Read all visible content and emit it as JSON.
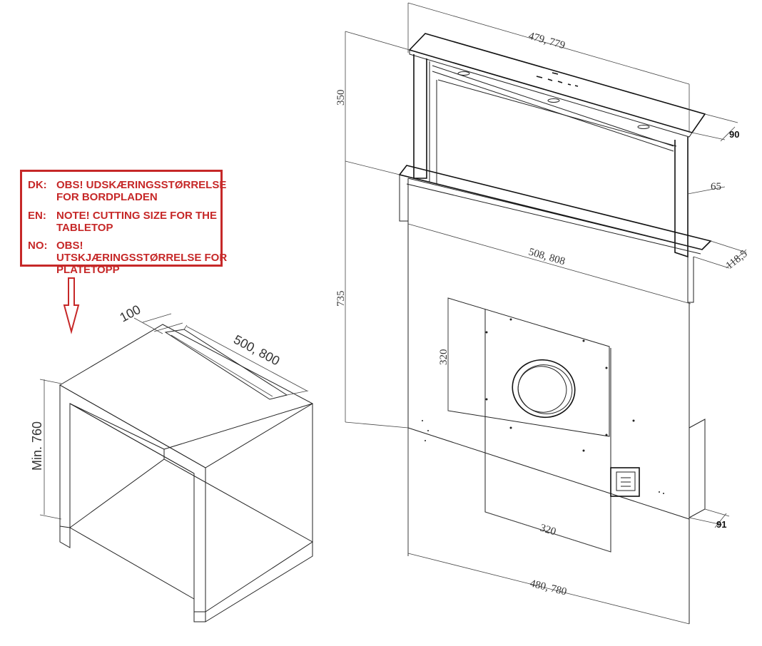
{
  "note": {
    "rows": [
      {
        "code": "DK:",
        "text": "OBS! UDSKÆRINGSSTØRRELSE FOR BORDPLADEN"
      },
      {
        "code": "EN:",
        "text": "NOTE! CUTTING SIZE FOR THE TABLETOP"
      },
      {
        "code": "NO:",
        "text": "OBS! UTSKJÆRINGSSTØRRELSE FOR PLATETOPP"
      }
    ],
    "color": "#c62828"
  },
  "cabinet": {
    "dim_depth": "100",
    "dim_width": "500, 800",
    "dim_height": "Min. 760"
  },
  "hood": {
    "dim_top_width": "479, 779",
    "dim_upper_height": "350",
    "dim_top_depth": "90",
    "dim_side_depth": "65",
    "dim_mid_width": "508, 808",
    "dim_flange_depth": "118,5",
    "dim_lower_height": "735",
    "dim_plate_height": "320",
    "dim_plate_width": "320",
    "dim_base_width": "480, 780",
    "dim_base_depth": "91"
  }
}
